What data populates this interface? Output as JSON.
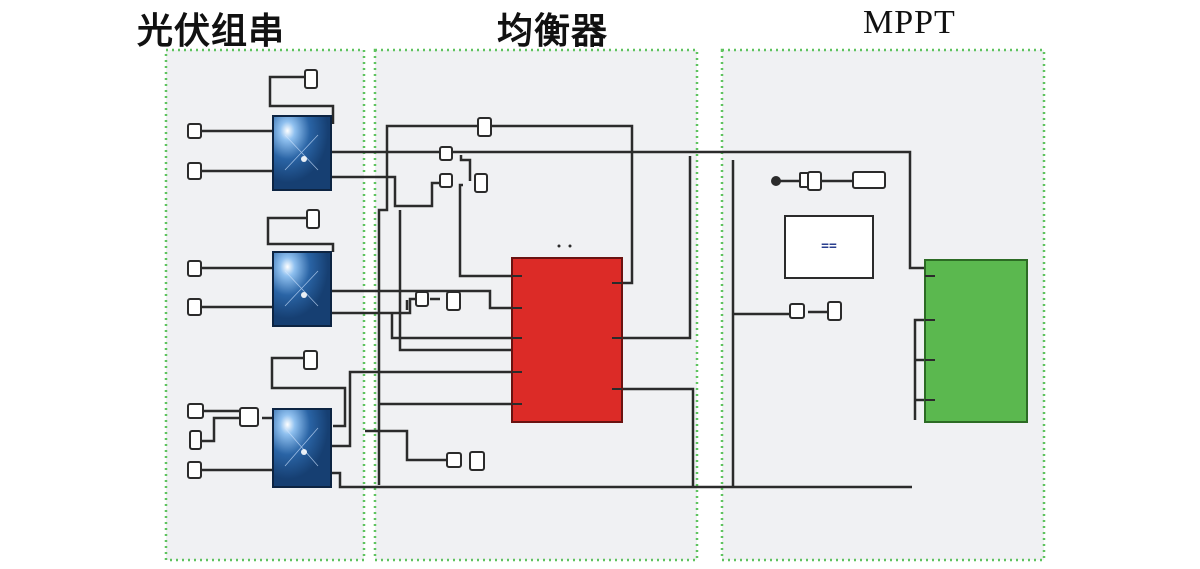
{
  "sections": {
    "pv_string": "光伏组串",
    "equalizer": "均衡器",
    "mppt": "MPPT"
  },
  "colors": {
    "panel_bg": "#f0f1f3",
    "panel_border": "#5fc35f",
    "pv_block": "#1d4f86",
    "equalizer_block": "#dc2b27",
    "mppt_block": "#5bb84f",
    "wire": "#2b2b2b"
  },
  "icons": {
    "pv_module": "solar-panel-icon",
    "scope_display": "scope-icon",
    "from_goto_tag": "port-block-icon"
  },
  "scope_text": "=="
}
